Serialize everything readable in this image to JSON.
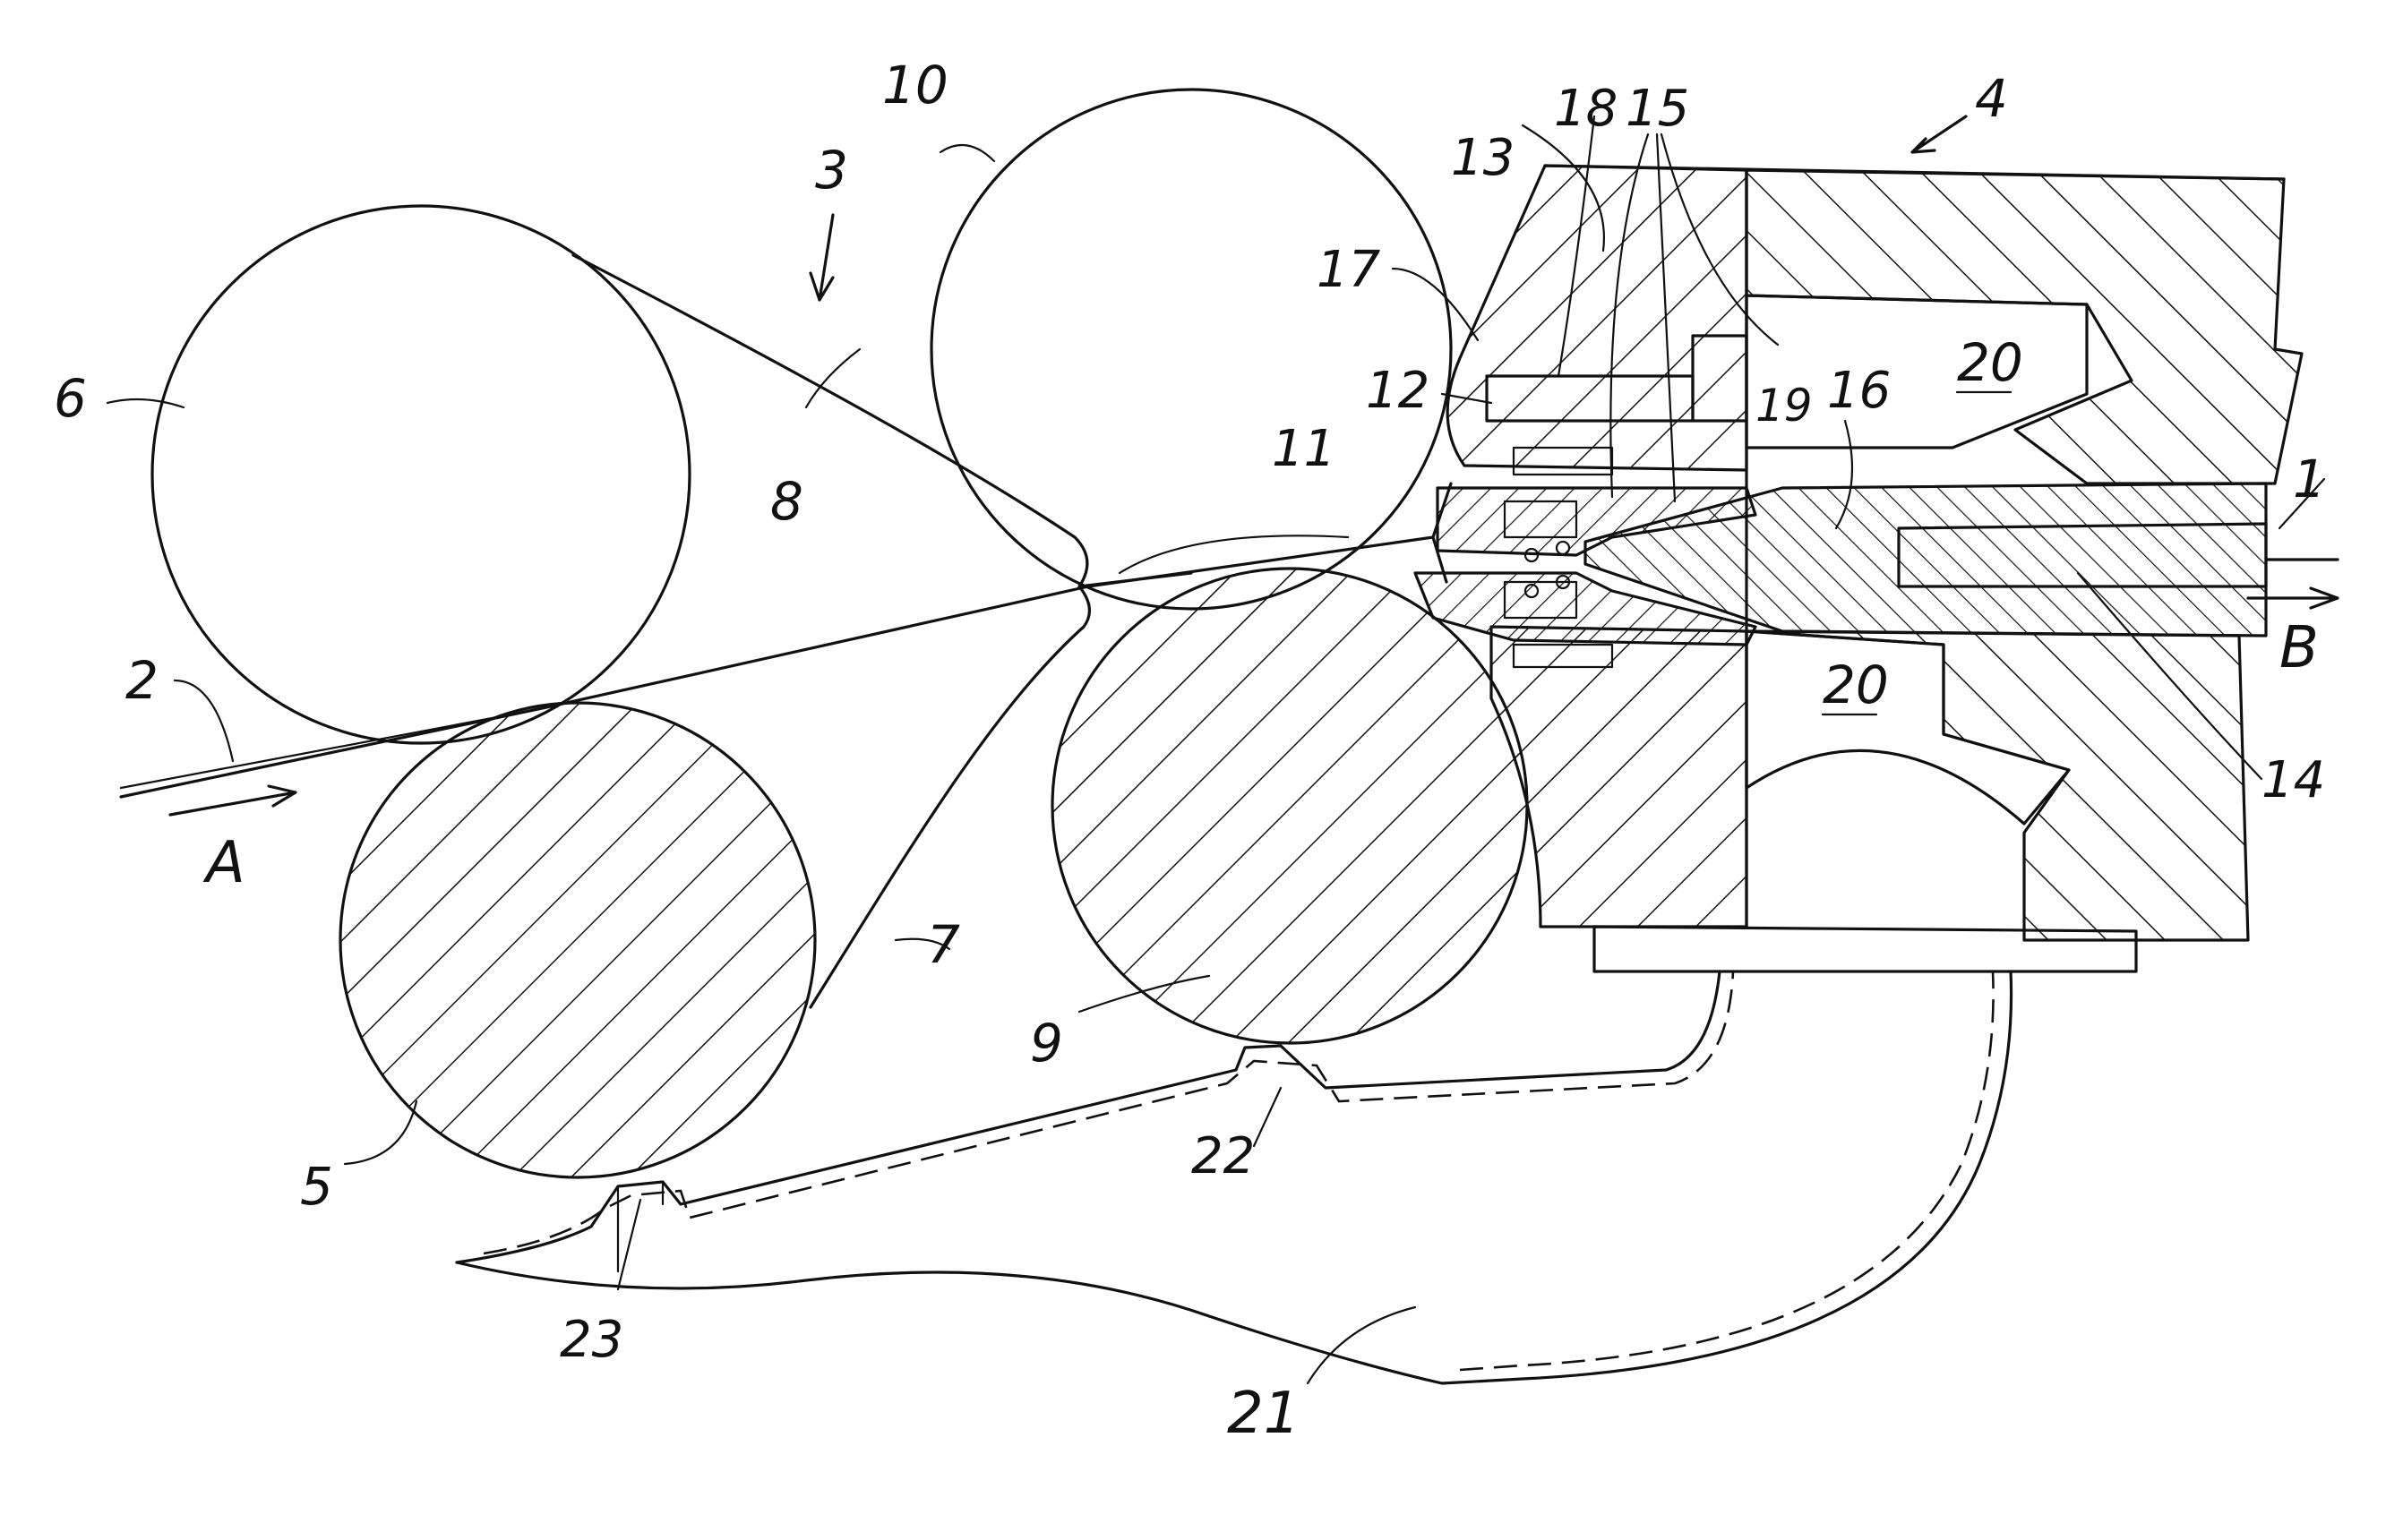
{
  "colors": {
    "ink": "#111111",
    "paper": "#ffffff"
  },
  "labels": {
    "n1": "1",
    "n2": "2",
    "n3": "3",
    "n4": "4",
    "n5": "5",
    "n6": "6",
    "n7": "7",
    "n8": "8",
    "n9": "9",
    "n10": "10",
    "n11": "11",
    "n12": "12",
    "n13": "13",
    "n14": "14",
    "n15": "15",
    "n16": "16",
    "n17": "17",
    "n18": "18",
    "n19": "19",
    "n20a": "20",
    "n20b": "20",
    "n21": "21",
    "n22": "22",
    "n23": "23",
    "dirA": "A",
    "dirB": "B"
  }
}
